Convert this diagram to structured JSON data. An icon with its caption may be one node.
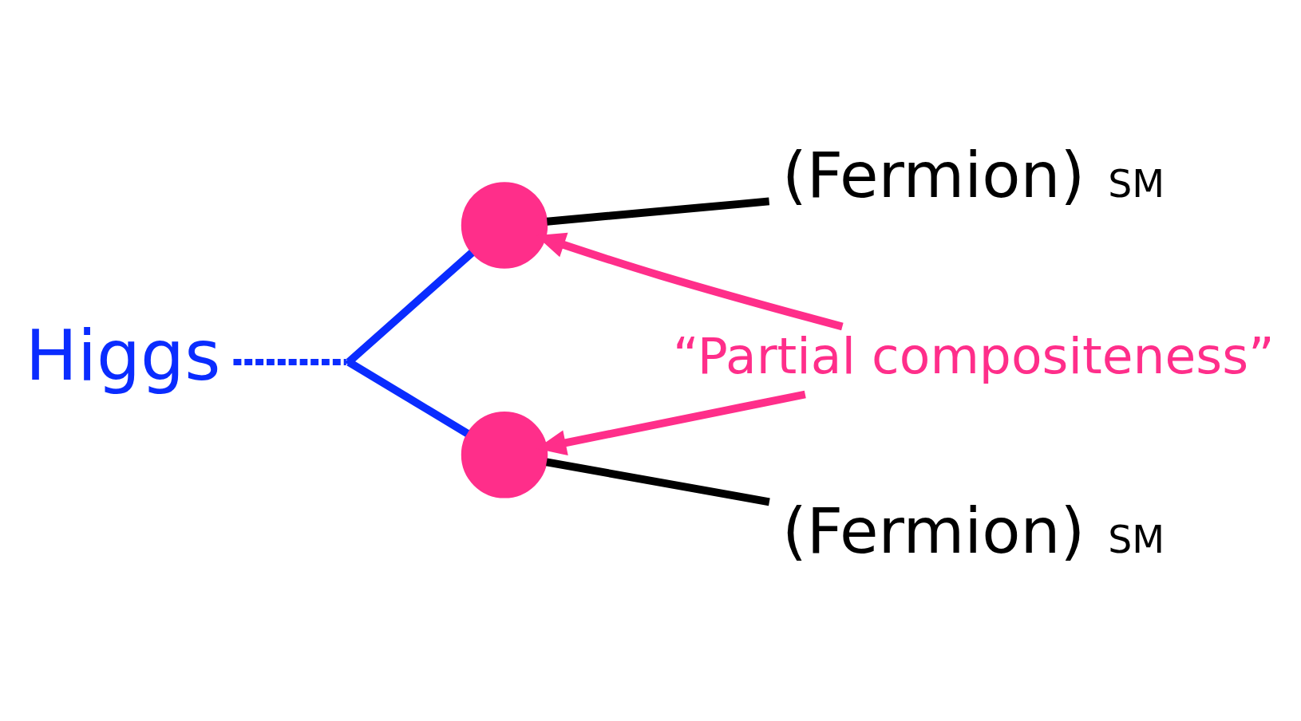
{
  "diagram": {
    "nodes": [
      {
        "text": [
          "(Fermion) $_{SM}$"
        ]
      },
      {
        "text": [],
        "shape": "circle"
      },
      {
        "text": [
          "Higgs"
        ]
      },
      {
        "text": [],
        "shape": "point"
      },
      {
        "text": [
          "“Partial compositeness”"
        ]
      },
      {
        "text": [],
        "shape": "circle"
      },
      {
        "text": [
          "(Fermion) $_{SM}$"
        ]
      }
    ],
    "edges": [
      {
        "from": 2,
        "to": 3,
        "arrow": "none",
        "style": "dashed",
        "color": "#0a2cff"
      },
      {
        "from": 3,
        "to": 1,
        "arrow": "none",
        "color": "#0a2cff"
      },
      {
        "from": 3,
        "to": 5,
        "arrow": "none",
        "color": "#0a2cff"
      },
      {
        "from": 1,
        "to": 0,
        "arrow": "none",
        "color": "#000000"
      },
      {
        "from": 5,
        "to": 6,
        "arrow": "none",
        "color": "#000000"
      },
      {
        "from": 4,
        "to": 1,
        "arrow": "to",
        "color": "#ff2e8a"
      },
      {
        "from": 4,
        "to": 5,
        "arrow": "to",
        "color": "#ff2e8a"
      }
    ]
  }
}
